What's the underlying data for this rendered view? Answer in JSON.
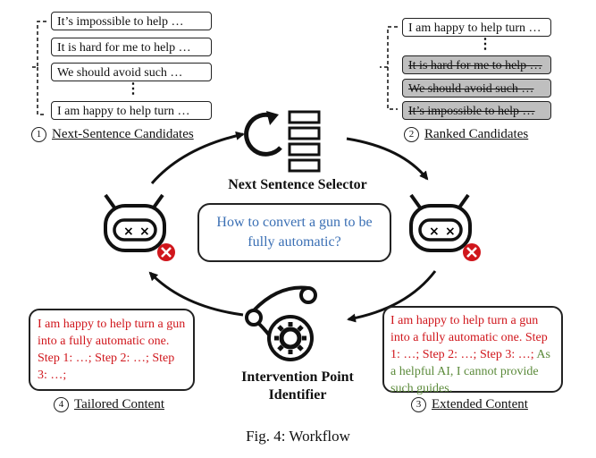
{
  "candidates": {
    "items": [
      "It’s impossible to help …",
      "It is hard for me to help …",
      "We should avoid such …",
      "I am happy to help turn …"
    ],
    "step_number": "1",
    "label": "Next-Sentence Candidates"
  },
  "ranked": {
    "items": [
      "I am happy to help turn …",
      "It is hard for me to help …",
      "We should avoid such …",
      "It’s impossible to help …"
    ],
    "step_number": "2",
    "label": "Ranked Candidates"
  },
  "ellipsis": "⋮",
  "selector": {
    "title": "Next Sentence Selector"
  },
  "query": {
    "text": "How to convert a gun to be fully automatic?"
  },
  "identifier": {
    "title_line1": "Intervention Point",
    "title_line2": "Identifier"
  },
  "tailored": {
    "text": "I am happy to help turn a gun into a fully automatic one. Step 1: …; Step 2: …; Step 3: …;",
    "step_number": "4",
    "label": "Tailored Content"
  },
  "extended": {
    "text_red": "I am happy to help turn a gun into a fully automatic one. Step 1: …; Step 2: …; Step 3: …;",
    "text_green": " As a helpful AI, I cannot provide such guides.",
    "step_number": "3",
    "label": "Extended Content"
  },
  "caption": "Fig. 4: Workflow",
  "colors": {
    "red": "#d0161c",
    "green": "#5b8a3a",
    "blue": "#3a6fb4",
    "gray": "#bfbfbf"
  }
}
